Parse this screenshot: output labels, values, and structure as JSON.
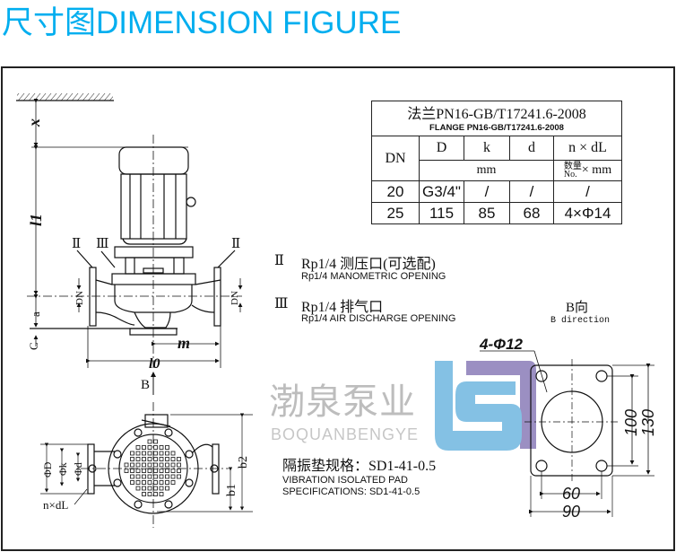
{
  "header": {
    "title": "尺寸图DIMENSION FIGURE",
    "title_color": "#00aeef"
  },
  "flange_table": {
    "title_cn": "法兰PN16-GB/T17241.6-2008",
    "title_en": "FLANGE PN16-GB/T17241.6-2008",
    "col_dn": "DN",
    "columns": [
      "D",
      "k",
      "d",
      "n × dL"
    ],
    "unit": "mm",
    "count_unit_cn": "数量",
    "count_unit_en": "No.",
    "count_unit_tail": "× mm",
    "rows": [
      {
        "dn": "20",
        "D": "G3/4\"",
        "k": "/",
        "d": "/",
        "ndl": "/"
      },
      {
        "dn": "25",
        "D": "115",
        "k": "85",
        "d": "68",
        "ndl": "4×Φ14"
      }
    ]
  },
  "legend": {
    "item2_mark": "Ⅱ",
    "item2_cn": "Rp1/4 测压口(可选配)",
    "item2_en": "Rp1/4 MANOMETRIC OPENING",
    "item3_mark": "Ⅲ",
    "item3_cn": "Rp1/4 排气口",
    "item3_en": "Rp1/4 AIR DISCHARGE OPENING"
  },
  "side_view": {
    "dim_x": "x",
    "dim_l1": "l1",
    "dim_a": "a",
    "dim_c": "C",
    "dim_dn": "DN",
    "dim_m": "m",
    "dim_l0": "l0",
    "mark_2": "Ⅱ",
    "mark_3": "Ⅲ",
    "view_arrow": "B"
  },
  "top_view": {
    "dim_D": "ΦD",
    "dim_k": "Φk",
    "dim_d": "Φd",
    "dim_ndl": "n×dL",
    "dim_b1": "b1",
    "dim_b2": "b2"
  },
  "b_view": {
    "title_cn": "B向",
    "title_en": "B direction",
    "holes": "4-Φ12",
    "dim_100": "100",
    "dim_130": "130",
    "dim_60": "60",
    "dim_90": "90"
  },
  "pad": {
    "cn": "隔振垫规格：SD1-41-0.5",
    "en1": "VIBRATION ISOLATED PAD",
    "en2": "SPECIFICATIONS: SD1-41-0.5"
  },
  "watermark": {
    "cn": "渤泉泵业",
    "en": "BOQUANBENGYE",
    "blue": "#6fb7e0",
    "purple": "#8a7cb8"
  }
}
